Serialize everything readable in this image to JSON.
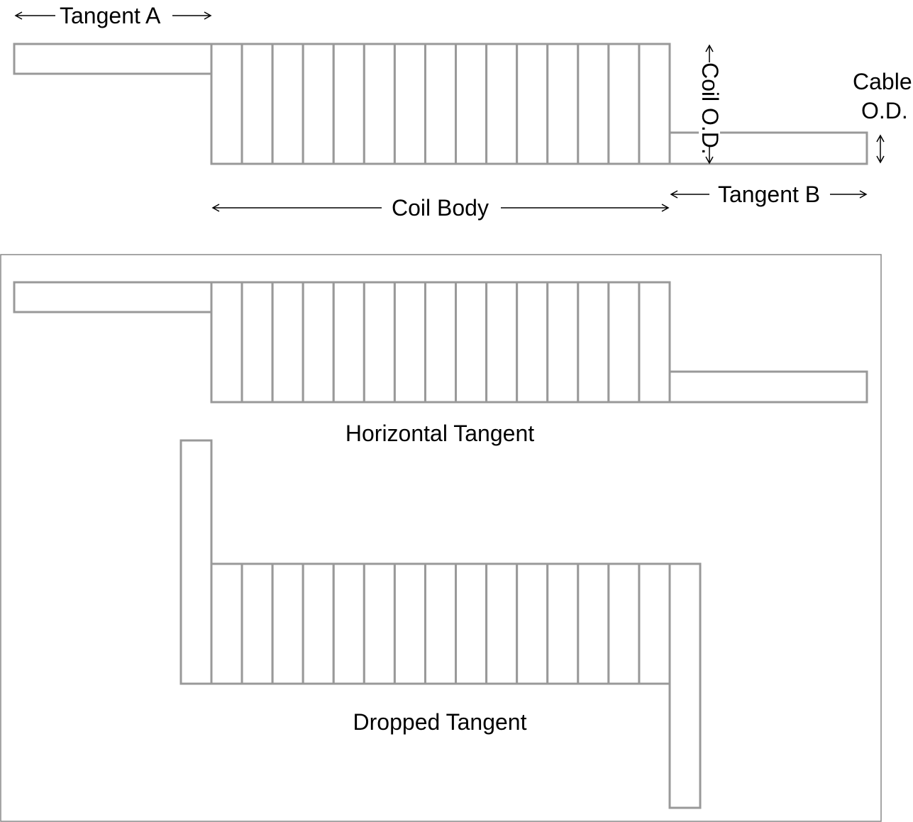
{
  "labels": {
    "tangent_a": "Tangent A",
    "tangent_b": "Tangent B",
    "coil_body": "Coil Body",
    "coil_od": "Coil O.D.",
    "cable_od_line1": "Cable",
    "cable_od_line2": "O.D.",
    "horizontal_tangent": "Horizontal Tangent",
    "dropped_tangent": "Dropped Tangent"
  },
  "coil_turns": 15,
  "colors": {
    "outline": "#999999",
    "text": "#000000"
  }
}
